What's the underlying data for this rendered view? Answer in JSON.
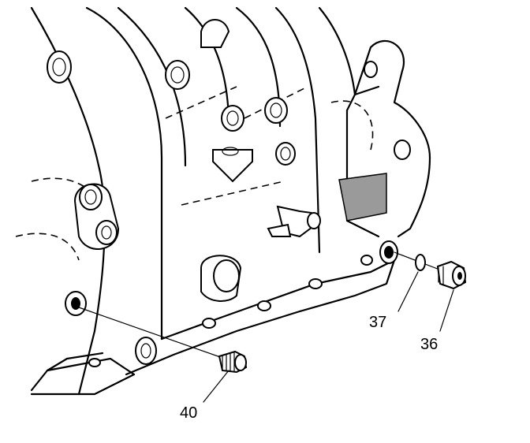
{
  "diagram": {
    "callouts": {
      "c36": "36",
      "c37": "37",
      "c40": "40"
    },
    "colors": {
      "line": "#000000",
      "background": "#ffffff",
      "shade": "#9a9a9a"
    }
  }
}
